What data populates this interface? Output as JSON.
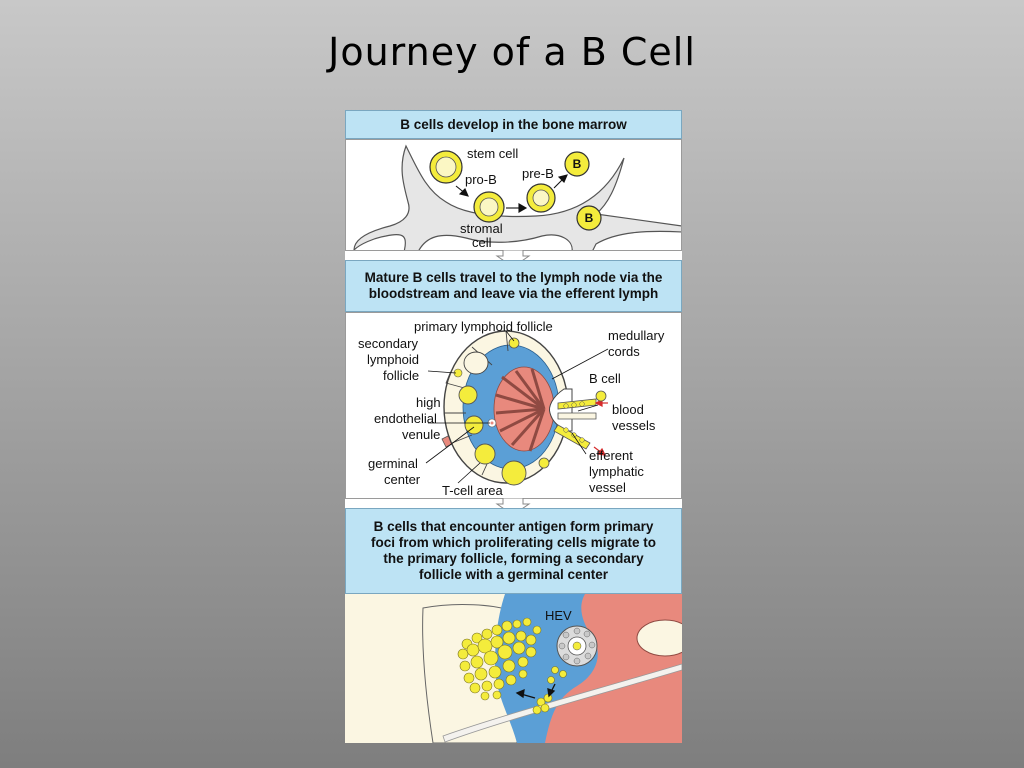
{
  "slide": {
    "title": "Journey of a B Cell"
  },
  "panel1": {
    "header": "B cells develop in the bone marrow",
    "labels": {
      "stem_cell": "stem cell",
      "pro_b": "pro-B",
      "pre_b": "pre-B",
      "b1": "B",
      "b2": "B",
      "stromal_1": "stromal",
      "stromal_2": "cell"
    }
  },
  "panel2": {
    "header_lines": [
      "Mature B cells travel to the lymph node via the",
      "bloodstream and leave via the efferent lymph"
    ],
    "labels": {
      "primary_follicle": "primary lymphoid follicle",
      "medullary_1": "medullary",
      "medullary_2": "cords",
      "secondary_1": "secondary",
      "secondary_2": "lymphoid",
      "secondary_3": "follicle",
      "b_cell": "B cell",
      "high_1": "high",
      "high_2": "endothelial",
      "high_3": "venule",
      "blood_1": "blood",
      "blood_2": "vessels",
      "germinal_1": "germinal",
      "germinal_2": "center",
      "efferent_1": "efferent",
      "efferent_2": "lymphatic",
      "efferent_3": "vessel",
      "t_cell_area": "T-cell area"
    }
  },
  "panel3": {
    "header_lines": [
      "B cells that encounter antigen form primary",
      "foci from which proliferating cells migrate to",
      "the primary follicle, forming a secondary",
      "follicle with a germinal center"
    ],
    "labels": {
      "hev": "HEV"
    }
  },
  "colors": {
    "band": "#bde3f4",
    "cell_yellow": "#f4ec3c",
    "blue_region": "#5b9fd6",
    "pink_region": "#e8897d",
    "cream": "#fbf6e2"
  }
}
